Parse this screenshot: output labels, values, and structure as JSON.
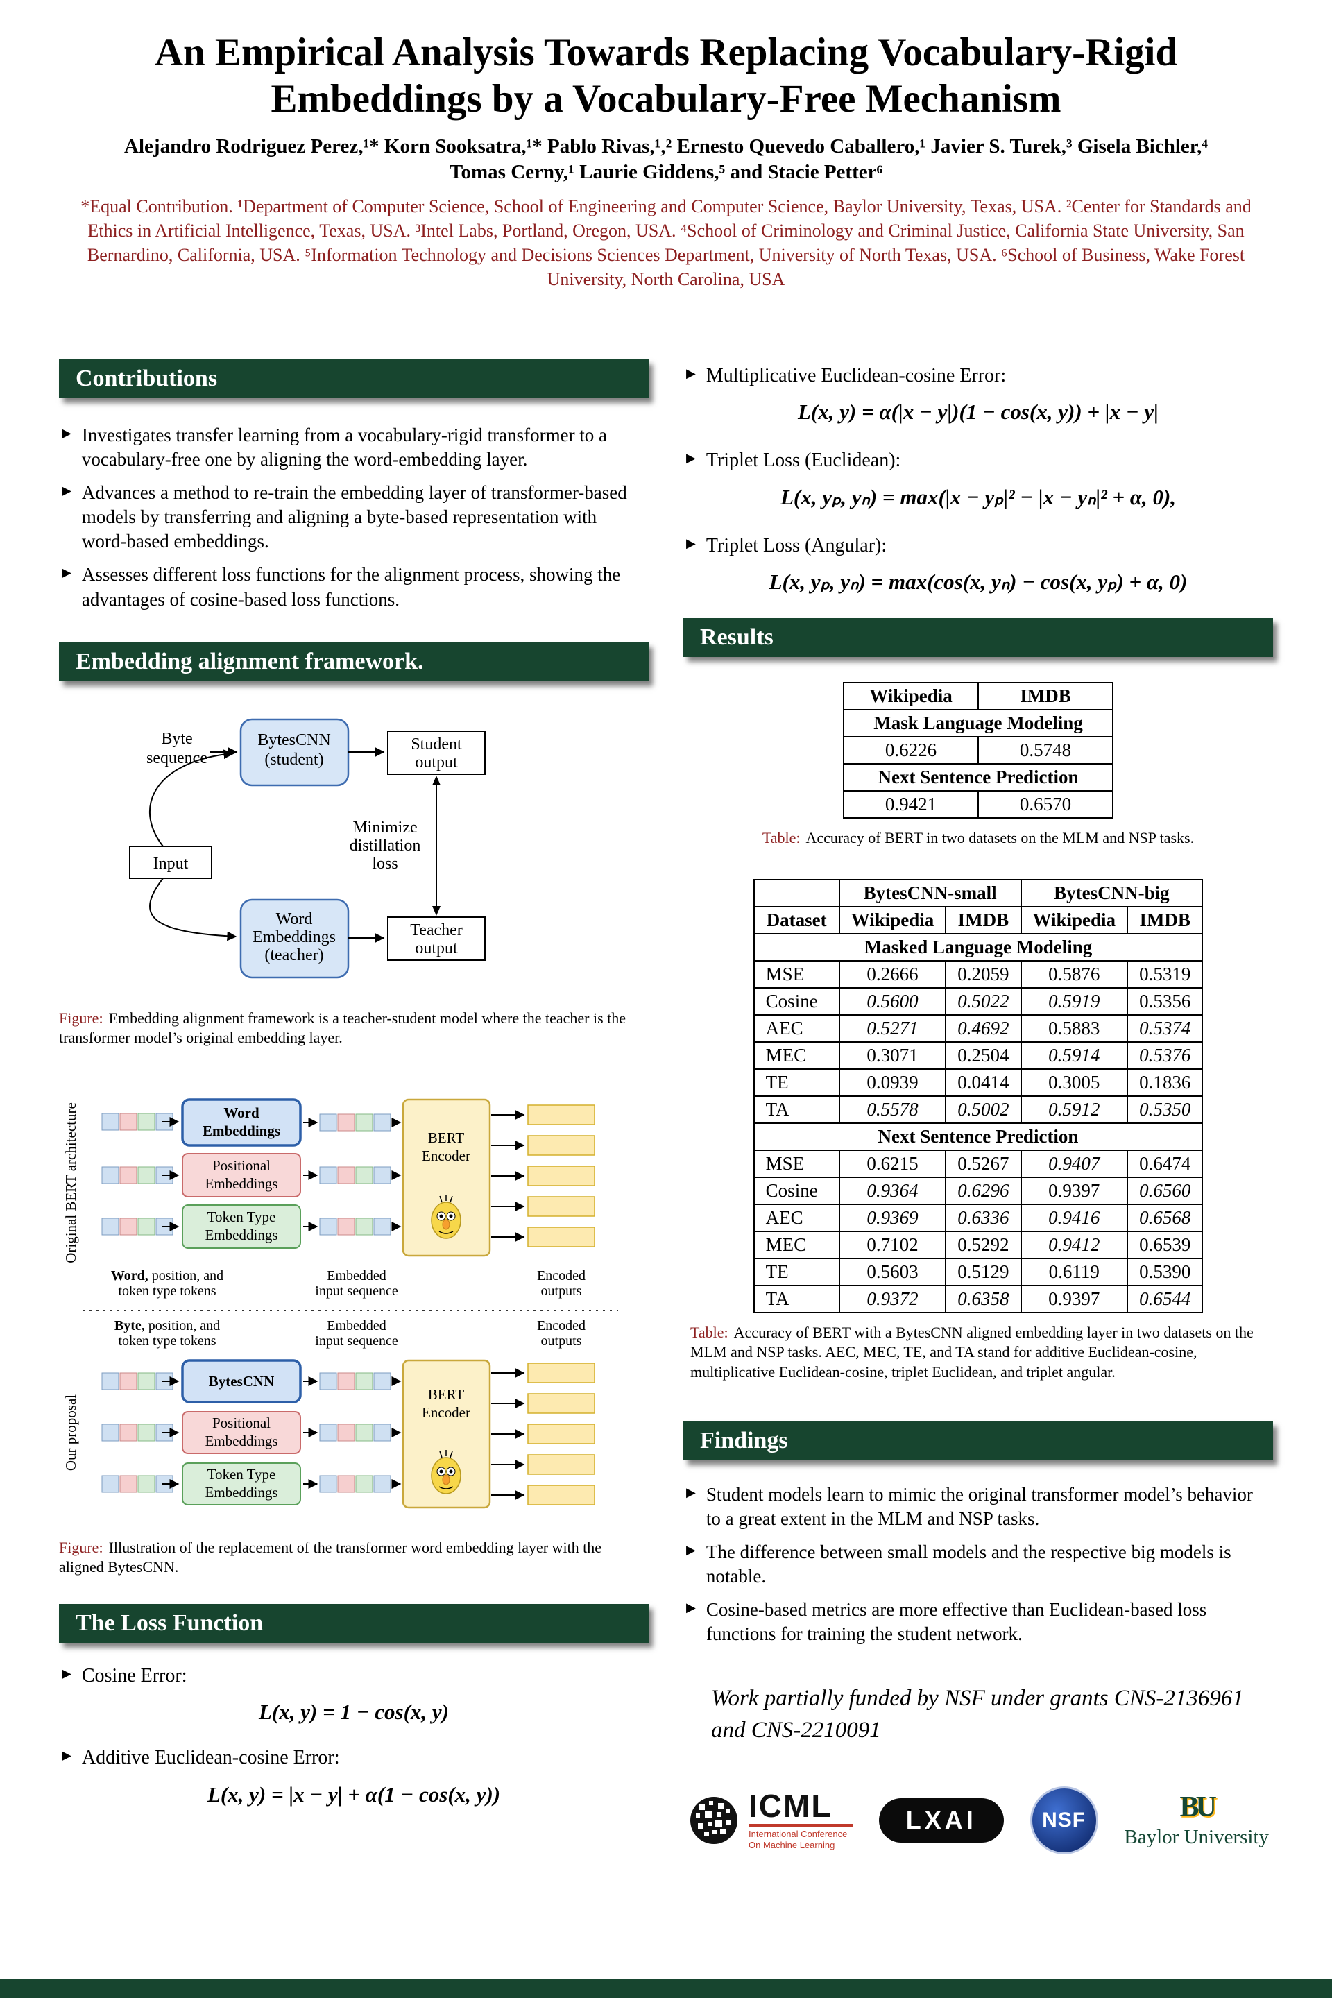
{
  "glyphs": {
    "bullet": "▶"
  },
  "header": {
    "title_line1": "An Empirical Analysis Towards Replacing Vocabulary-Rigid",
    "title_line2": "Embeddings by a Vocabulary-Free Mechanism",
    "authors_line1": "Alejandro Rodriguez Perez,¹* Korn Sooksatra,¹* Pablo Rivas,¹,² Ernesto Quevedo Caballero,¹ Javier S. Turek,³ Gisela Bichler,⁴",
    "authors_line2": "Tomas Cerny,¹ Laurie Giddens,⁵ and Stacie Petter⁶",
    "affiliations": "*Equal Contribution. ¹Department of Computer Science, School of Engineering and Computer Science, Baylor University, Texas, USA. ²Center for Standards and Ethics in Artificial Intelligence, Texas, USA. ³Intel Labs, Portland, Oregon, USA. ⁴School of Criminology and Criminal Justice, California State University, San Bernardino, California, USA. ⁵Information Technology and Decisions Sciences Department, University of North Texas, USA. ⁶School of Business, Wake Forest University, North Carolina, USA"
  },
  "captions": {
    "figure_prefix": "Figure:",
    "table_prefix": "Table:"
  },
  "contributions": {
    "heading": "Contributions",
    "items": [
      "Investigates transfer learning from a vocabulary-rigid transformer to a vocabulary-free one by aligning the word-embedding layer.",
      "Advances a method to re-train the embedding layer of transformer-based models by transferring and aligning a byte-based representation with word-based embeddings.",
      "Assesses different loss functions for the alignment process, showing the advantages of cosine-based loss functions."
    ]
  },
  "framework": {
    "heading": "Embedding alignment framework.",
    "byte_l1": "Byte",
    "byte_l2": "sequence",
    "student_l1": "BytesCNN",
    "student_l2": "(student)",
    "student_out_l1": "Student",
    "student_out_l2": "output",
    "input_label": "Input",
    "min_l1": "Minimize",
    "min_l2": "distillation",
    "min_l3": "loss",
    "teacher_l1": "Word",
    "teacher_l2": "Embeddings",
    "teacher_l3": "(teacher)",
    "teacher_out_l1": "Teacher",
    "teacher_out_l2": "output",
    "caption": "Embedding alignment framework is a teacher-student model where the teacher is the transformer model’s original embedding layer."
  },
  "architecture": {
    "orig_label": "Original BERT architecture",
    "proposal_label": "Our proposal",
    "word_emb_l1": "Word",
    "word_emb_l2": "Embeddings",
    "pos_emb_l1": "Positional",
    "pos_emb_l2": "Embeddings",
    "tok_emb_l1": "Token Type",
    "tok_emb_l2": "Embeddings",
    "bert_l1": "BERT",
    "bert_l2": "Encoder",
    "bytescnn": "BytesCNN",
    "tokens_top_b": "Word,",
    "tokens_top_r": " position, and",
    "tokens_bot_b": "Byte,",
    "tokens_bot_r": " position, and",
    "tokens_l2": "token type tokens",
    "embedded_l1": "Embedded",
    "embedded_l2": "input sequence",
    "encoded_l1": "Encoded",
    "encoded_l2": "outputs",
    "caption": "Illustration of the replacement of the transformer word embedding layer with the aligned BytesCNN."
  },
  "loss": {
    "heading": "The Loss Function",
    "cosine": {
      "label": "Cosine Error:",
      "formula": "L(x, y) = 1 − cos(x, y)"
    },
    "aec": {
      "label": "Additive Euclidean-cosine Error:",
      "formula": "L(x, y) = |x − y| + α(1 − cos(x, y))"
    },
    "mec": {
      "label": "Multiplicative Euclidean-cosine Error:",
      "formula": "L(x, y) = α(|x − y|)(1 − cos(x, y)) + |x − y|"
    },
    "te": {
      "label": "Triplet Loss (Euclidean):",
      "formula": "L(x, yₚ, yₙ) = max(|x − yₚ|² − |x − yₙ|² + α, 0),"
    },
    "ta": {
      "label": "Triplet Loss (Angular):",
      "formula": "L(x, yₚ, yₙ) = max(cos(x, yₙ) − cos(x, yₚ) + α, 0)"
    }
  },
  "results": {
    "heading": "Results",
    "table1": {
      "col_headers": [
        "Wikipedia",
        "IMDB"
      ],
      "sections": [
        {
          "label": "Mask Language Modeling",
          "values": [
            "0.6226",
            "0.5748"
          ]
        },
        {
          "label": "Next Sentence Prediction",
          "values": [
            "0.9421",
            "0.6570"
          ]
        }
      ],
      "caption": "Accuracy of BERT in two datasets on the MLM and NSP tasks."
    },
    "table2": {
      "group_headers": [
        "",
        "BytesCNN-small",
        "BytesCNN-big"
      ],
      "col_headers": [
        "Dataset",
        "Wikipedia",
        "IMDB",
        "Wikipedia",
        "IMDB"
      ],
      "sections": [
        {
          "label": "Masked Language Modeling",
          "rows": [
            {
              "name": "MSE",
              "values": [
                "0.2666",
                "0.2059",
                "0.5876",
                "0.5319"
              ],
              "styles": [
                "n",
                "n",
                "n",
                "n"
              ]
            },
            {
              "name": "Cosine",
              "values": [
                "0.5600",
                "0.5022",
                "0.5919",
                "0.5356"
              ],
              "styles": [
                "bi",
                "bi",
                "bi",
                "n"
              ]
            },
            {
              "name": "AEC",
              "values": [
                "0.5271",
                "0.4692",
                "0.5883",
                "0.5374"
              ],
              "styles": [
                "i",
                "i",
                "n",
                "i"
              ]
            },
            {
              "name": "MEC",
              "values": [
                "0.3071",
                "0.2504",
                "0.5914",
                "0.5376"
              ],
              "styles": [
                "n",
                "n",
                "i",
                "bi"
              ]
            },
            {
              "name": "TE",
              "values": [
                "0.0939",
                "0.0414",
                "0.3005",
                "0.1836"
              ],
              "styles": [
                "n",
                "n",
                "n",
                "n"
              ]
            },
            {
              "name": "TA",
              "values": [
                "0.5578",
                "0.5002",
                "0.5912",
                "0.5350"
              ],
              "styles": [
                "i",
                "i",
                "i",
                "i"
              ]
            }
          ]
        },
        {
          "label": "Next Sentence Prediction",
          "rows": [
            {
              "name": "MSE",
              "values": [
                "0.6215",
                "0.5267",
                "0.9407",
                "0.6474"
              ],
              "styles": [
                "n",
                "n",
                "i",
                "n"
              ]
            },
            {
              "name": "Cosine",
              "values": [
                "0.9364",
                "0.6296",
                "0.9397",
                "0.6560"
              ],
              "styles": [
                "i",
                "i",
                "n",
                "i"
              ]
            },
            {
              "name": "AEC",
              "values": [
                "0.9369",
                "0.6336",
                "0.9416",
                "0.6568"
              ],
              "styles": [
                "i",
                "i",
                "bi",
                "bi"
              ]
            },
            {
              "name": "MEC",
              "values": [
                "0.7102",
                "0.5292",
                "0.9412",
                "0.6539"
              ],
              "styles": [
                "n",
                "n",
                "i",
                "n"
              ]
            },
            {
              "name": "TE",
              "values": [
                "0.5603",
                "0.5129",
                "0.6119",
                "0.5390"
              ],
              "styles": [
                "n",
                "n",
                "n",
                "n"
              ]
            },
            {
              "name": "TA",
              "values": [
                "0.9372",
                "0.6358",
                "0.9397",
                "0.6544"
              ],
              "styles": [
                "bi",
                "bi",
                "n",
                "i"
              ]
            }
          ]
        }
      ],
      "caption": "Accuracy of BERT with a BytesCNN aligned embedding layer in two datasets on the MLM and NSP tasks. AEC, MEC, TE, and TA stand for additive Euclidean-cosine, multiplicative Euclidean-cosine, triplet Euclidean, and triplet angular."
    }
  },
  "findings": {
    "heading": "Findings",
    "items": [
      "Student models learn to mimic the original transformer model’s behavior to a great extent in the MLM and NSP tasks.",
      "The difference between small models and the respective big models is notable.",
      "Cosine-based metrics are more effective than Euclidean-based loss functions for training the student network."
    ]
  },
  "funding": "Work partially funded by NSF under grants CNS-2136961 and CNS-2210091",
  "logos": {
    "icml": {
      "name": "ICML",
      "sub1": "International Conference",
      "sub2": "On Machine Learning"
    },
    "lxai": {
      "name": "LXAI"
    },
    "nsf": {
      "name": "NSF"
    },
    "baylor": {
      "monogram": "BU",
      "name": "Baylor University"
    }
  }
}
